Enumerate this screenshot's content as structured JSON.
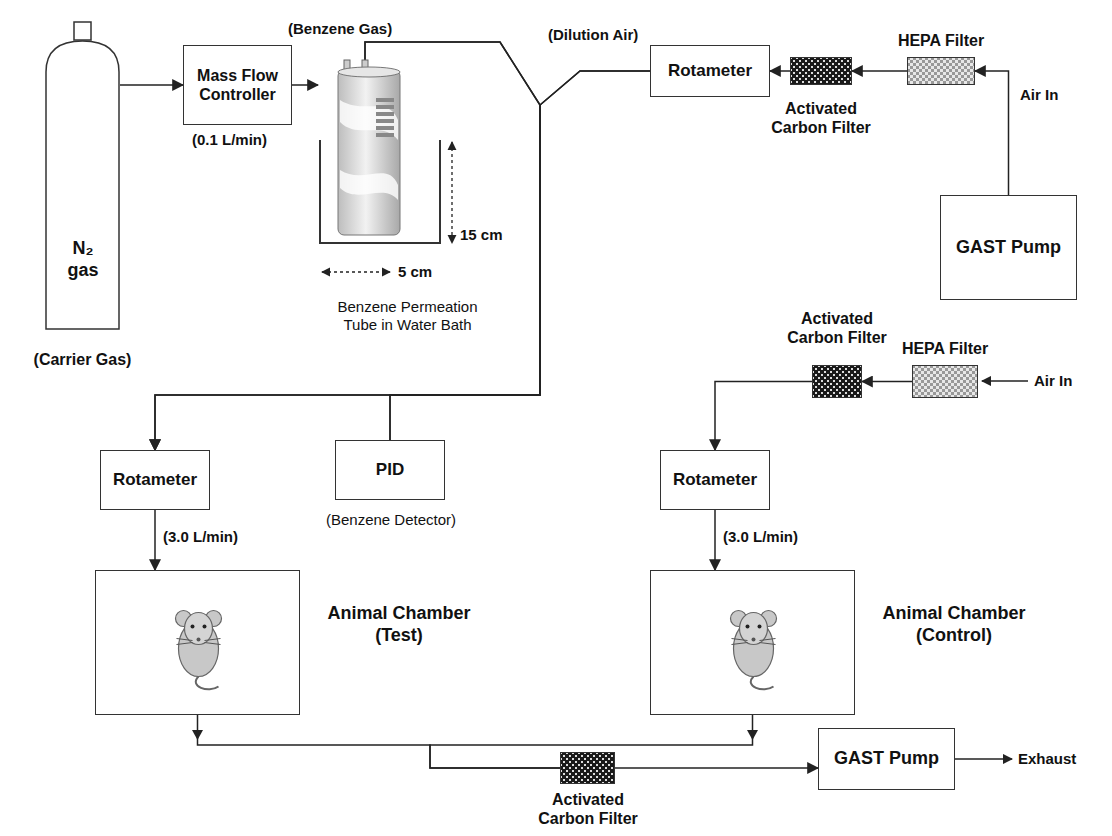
{
  "diagram": {
    "nodes": [
      {
        "text": [
          "N₂ gas",
          "(Carrier Gas)"
        ]
      },
      {
        "text": [
          "Mass Flow Controller"
        ]
      },
      {
        "text": [
          "Benzene Permeation Tube in Water Bath"
        ]
      },
      {
        "text": [
          "Rotameter"
        ]
      },
      {
        "text": [
          "Activated Carbon Filter"
        ]
      },
      {
        "text": [
          "HEPA Filter"
        ]
      },
      {
        "text": [
          "GAST Pump"
        ]
      },
      {
        "text": [
          "Rotameter"
        ]
      },
      {
        "text": [
          "PID",
          "(Benzene Detector)"
        ]
      },
      {
        "text": [
          "Activated Carbon Filter"
        ]
      },
      {
        "text": [
          "HEPA Filter"
        ]
      },
      {
        "text": [
          "Rotameter"
        ]
      },
      {
        "text": [
          "Animal Chamber (Test)"
        ]
      },
      {
        "text": [
          "Animal Chamber (Control)"
        ]
      },
      {
        "text": [
          "Activated Carbon Filter"
        ]
      },
      {
        "text": [
          "GAST Pump"
        ]
      }
    ],
    "edges": [
      {
        "from": 0,
        "to": 1,
        "arrow": "to"
      },
      {
        "from": 1,
        "to": 2,
        "arrow": "to"
      },
      {
        "from": 2,
        "to": 7,
        "arrow": "to"
      },
      {
        "from": 3,
        "to": 7,
        "arrow": "to"
      },
      {
        "from": 2,
        "to": 8,
        "arrow": "none"
      },
      {
        "from": 3,
        "to": 8,
        "arrow": "none"
      },
      {
        "from": 4,
        "to": 3,
        "arrow": "to"
      },
      {
        "from": 5,
        "to": 4,
        "arrow": "to"
      },
      {
        "from": 6,
        "to": 5,
        "arrow": "to"
      },
      {
        "from": 7,
        "to": 12,
        "arrow": "to"
      },
      {
        "from": 10,
        "to": 9,
        "arrow": "to"
      },
      {
        "from": 9,
        "to": 11,
        "arrow": "to"
      },
      {
        "from": 11,
        "to": 13,
        "arrow": "to"
      },
      {
        "from": 12,
        "to": 14,
        "arrow": "none"
      },
      {
        "from": 13,
        "to": 14,
        "arrow": "none"
      },
      {
        "from": 14,
        "to": 15,
        "arrow": "to"
      }
    ],
    "labels": [
      "(Benzene Gas)",
      "(Dilution Air)",
      "(0.1 L/min)",
      "15 cm",
      "5 cm",
      "Air In",
      "Air In",
      "(3.0 L/min)",
      "(3.0 L/min)",
      "Exhaust"
    ]
  }
}
